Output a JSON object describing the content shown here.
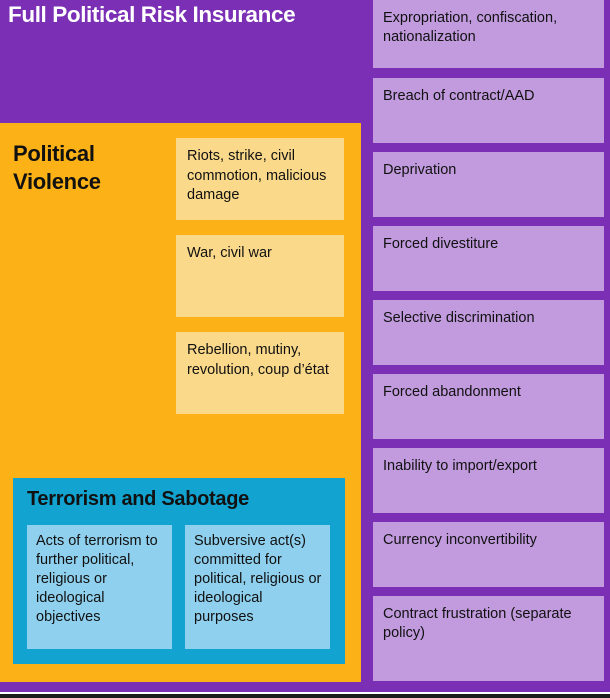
{
  "header": {
    "title": "Full Political Risk Insurance"
  },
  "political_violence": {
    "title": "Political Violence",
    "items": [
      "Riots, strike, civil commotion, malicious damage",
      "War, civil war",
      "Rebellion, mutiny, revolution, coup d’état"
    ]
  },
  "terrorism_sabotage": {
    "title": "Terrorism and Sabotage",
    "items": [
      "Acts of terrorism to further political, religious or ideological objectives",
      "Subversive act(s) committed for political, religious or ideological purposes"
    ]
  },
  "risk_column": {
    "items": [
      "Expropriation, confiscation, nationalization",
      "Breach of contract/AAD",
      "Deprivation",
      "Forced divestiture",
      "Selective discrimination",
      "Forced abandonment",
      "Inability to import/export",
      "Currency inconvertibility",
      "Contract frustration (separate policy)"
    ]
  },
  "colors": {
    "purple": "#7a2fb5",
    "light_purple": "#c19bde",
    "yellow": "#fcb216",
    "light_yellow": "#fbd98a",
    "blue": "#12a3d0",
    "light_blue": "#8fd0ee",
    "text": "#111111",
    "header_text": "#ffffff"
  }
}
